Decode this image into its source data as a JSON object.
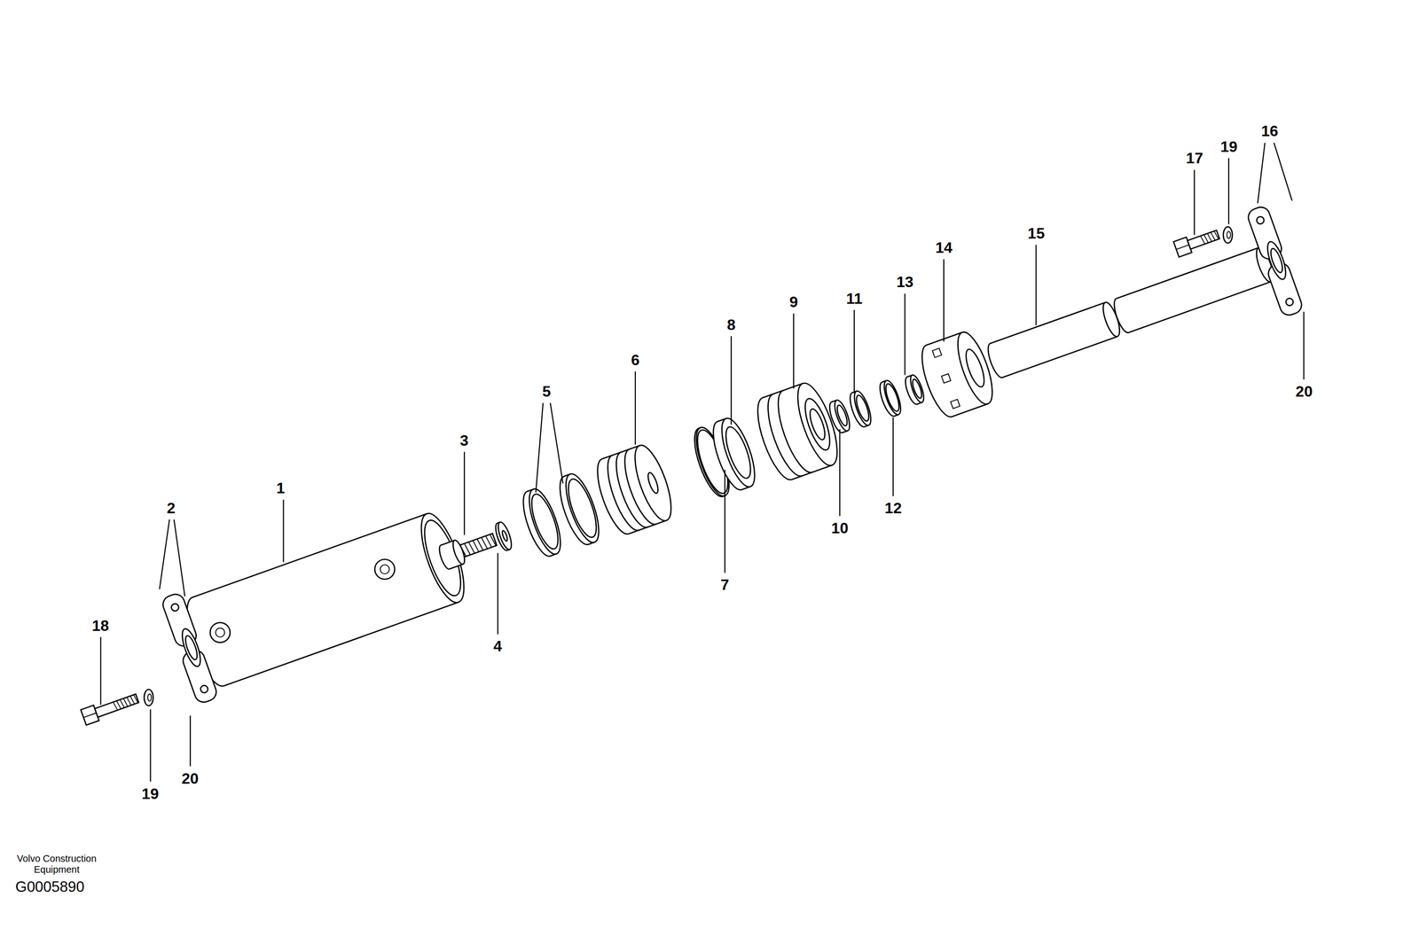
{
  "diagram": {
    "labels": [
      "16",
      "17",
      "19",
      "15",
      "14",
      "13",
      "11",
      "9",
      "8",
      "6",
      "5",
      "20",
      "3",
      "1",
      "2",
      "12",
      "10",
      "7",
      "18",
      "4",
      "20",
      "19",
      "Volvo Construction Equipment",
      "G0005890"
    ]
  }
}
